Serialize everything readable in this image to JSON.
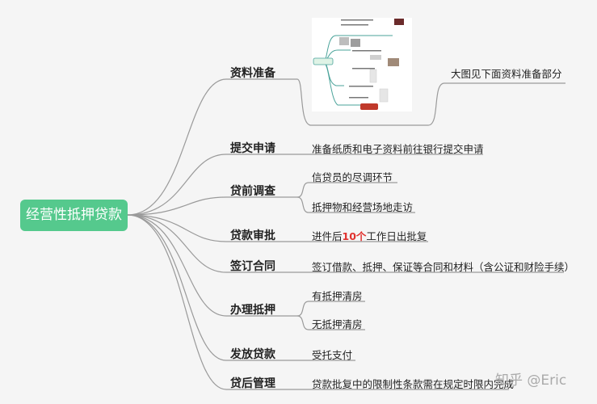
{
  "root": "经营性抵押贷款",
  "branches": [
    {
      "label": "资料准备",
      "items": [
        "大图见下面资料准备部分"
      ]
    },
    {
      "label": "提交申请",
      "items": [
        "准备纸质和电子资料前往银行提交申请"
      ]
    },
    {
      "label": "贷前调查",
      "items": [
        "信贷员的尽调环节",
        "抵押物和经营场地走访"
      ]
    },
    {
      "label": "贷款审批",
      "items": [
        {
          "pre": "进件后",
          "hl": "10个",
          "post": "工作日出批复"
        }
      ]
    },
    {
      "label": "签订合同",
      "items": [
        "签订借款、抵押、保证等合同和材料（含公证和财险手续）"
      ]
    },
    {
      "label": "办理抵押",
      "items": [
        "有抵押清房",
        "无抵押清房"
      ]
    },
    {
      "label": "发放贷款",
      "items": [
        "受托支付"
      ]
    },
    {
      "label": "贷后管理",
      "items": [
        "贷款批复中的限制性条款需在规定时限内完成"
      ]
    }
  ],
  "watermark": "知乎 @Eric",
  "colors": {
    "root": "#55c98d",
    "highlight": "#e0322f",
    "line": "#9a9a9a"
  }
}
